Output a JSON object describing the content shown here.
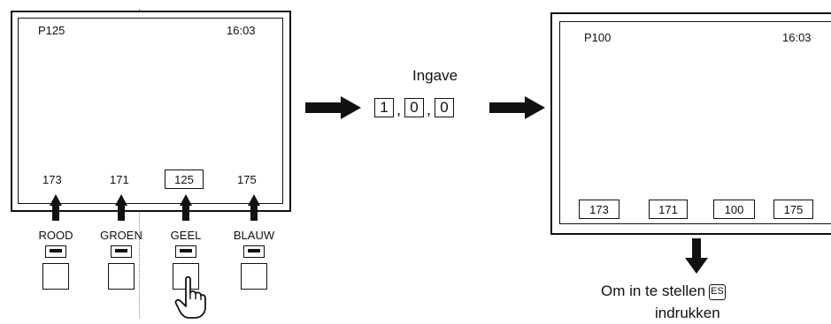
{
  "left_screen": {
    "program": "P125",
    "time": "16:03",
    "values": [
      "173",
      "171",
      "125",
      "175"
    ]
  },
  "buttons": [
    "ROOD",
    "GROEN",
    "GEEL",
    "BLAUW"
  ],
  "input": {
    "label": "Ingave",
    "digits": [
      "1",
      "0",
      "0"
    ],
    "separator": ","
  },
  "right_screen": {
    "program": "P100",
    "time": "16:03",
    "values": [
      "173",
      "171",
      "100",
      "175"
    ]
  },
  "instruction": {
    "line1": "Om in te stellen",
    "icon": "ES",
    "line2": "indrukken"
  }
}
